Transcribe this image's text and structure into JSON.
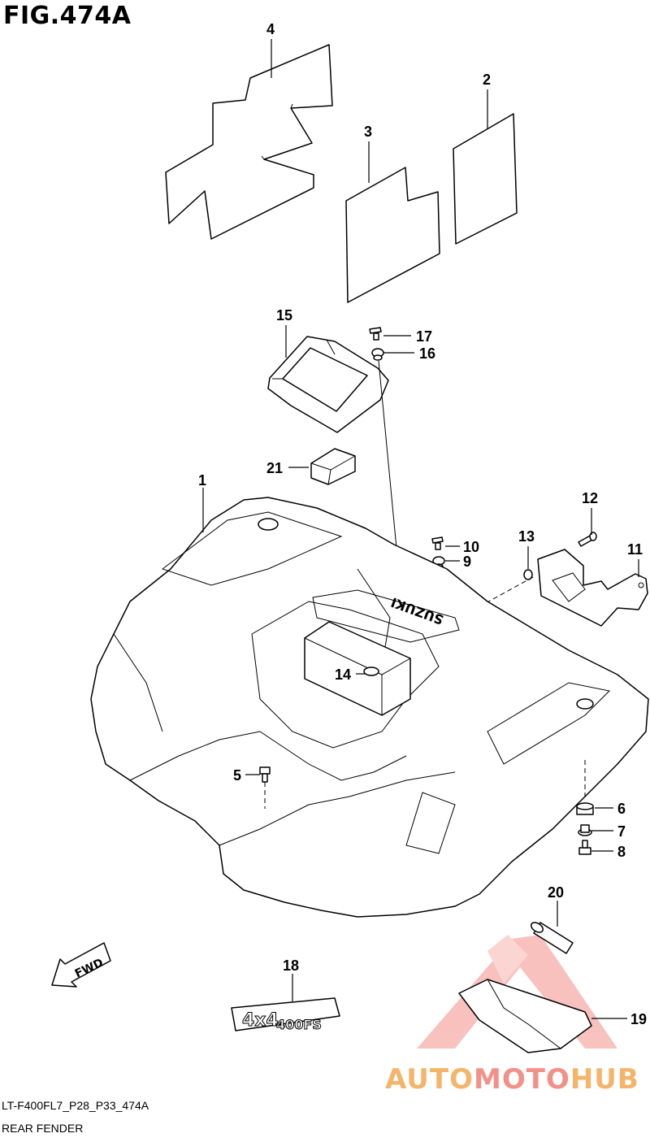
{
  "figure": {
    "title": "FIG.474A",
    "code": "LT-F400FL7_P28_P33_474A",
    "name": "REAR FENDER"
  },
  "callouts": [
    "1",
    "2",
    "3",
    "4",
    "5",
    "6",
    "7",
    "8",
    "9",
    "10",
    "11",
    "12",
    "13",
    "14",
    "15",
    "16",
    "17",
    "18",
    "19",
    "20",
    "21"
  ],
  "labels": {
    "fwd": "FWD",
    "brand_text": "SUZUKI",
    "decal_line1": "4x4",
    "decal_line2": "400FS"
  },
  "watermark": {
    "part1": "AUTO",
    "part2": "MOTO",
    "part3": "HUB",
    "color_primary": "#f4b56a",
    "color_secondary": "#f39088"
  }
}
